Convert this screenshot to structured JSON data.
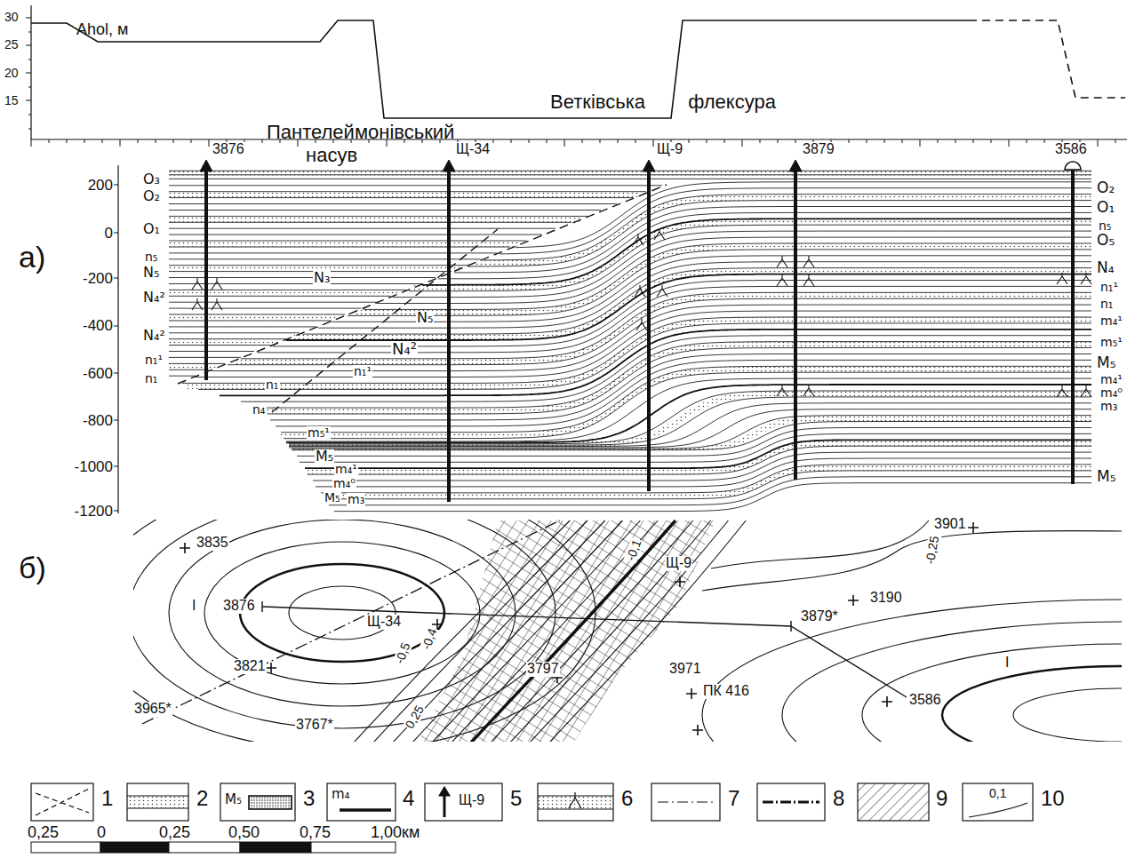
{
  "diagram": {
    "labels": [
      "30",
      "25",
      "20",
      "15",
      "Ahol, м",
      "Пантелеймонівський насув",
      "Ветківська флексура",
      "3876",
      "Щ-34",
      "Щ-9",
      "3879",
      "3586",
      "200",
      "0",
      "-200",
      "-400",
      "-600",
      "-800",
      "-1000",
      "-1200",
      "а)",
      "O₃",
      "O₂",
      "O₁",
      "n₅",
      "N₅",
      "N₄²",
      "N₄²",
      "n₁¹",
      "n₁",
      "N₃",
      "N₅",
      "N₄²",
      "n₁¹",
      "n₁",
      "n₄",
      "m₅¹",
      "M₅",
      "m₄¹",
      "m₄⁰",
      "M₅",
      "m₃",
      "O₂",
      "O₁",
      "n₅",
      "O₅",
      "N₄",
      "n₁¹",
      "n₁",
      "m₄¹",
      "m₅¹",
      "M₅",
      "m₄¹",
      "m₄⁰",
      "m₃",
      "M₅",
      "б)",
      "3835",
      "I",
      "3876",
      "Щ-34",
      "3821",
      "3965*",
      "3767*",
      "3797",
      "Щ-9",
      "3971",
      "ПК 416",
      "3879*",
      "3190",
      "3901",
      "3586",
      "I",
      "-0,5",
      "-0,4",
      "0,25",
      "-0,1",
      "-0,25",
      "M₅",
      "m₄",
      "Щ-9",
      "0,1",
      "0,25",
      "0",
      "0,25",
      "0,50",
      "0,75",
      "1,00км"
    ],
    "legend": [
      {
        "text": "1"
      },
      {
        "text": "2"
      },
      {
        "text": "3"
      },
      {
        "text": "4"
      },
      {
        "text": "5"
      },
      {
        "text": "6"
      },
      {
        "text": "7"
      },
      {
        "text": "8"
      },
      {
        "text": "9"
      },
      {
        "text": "10"
      }
    ]
  }
}
